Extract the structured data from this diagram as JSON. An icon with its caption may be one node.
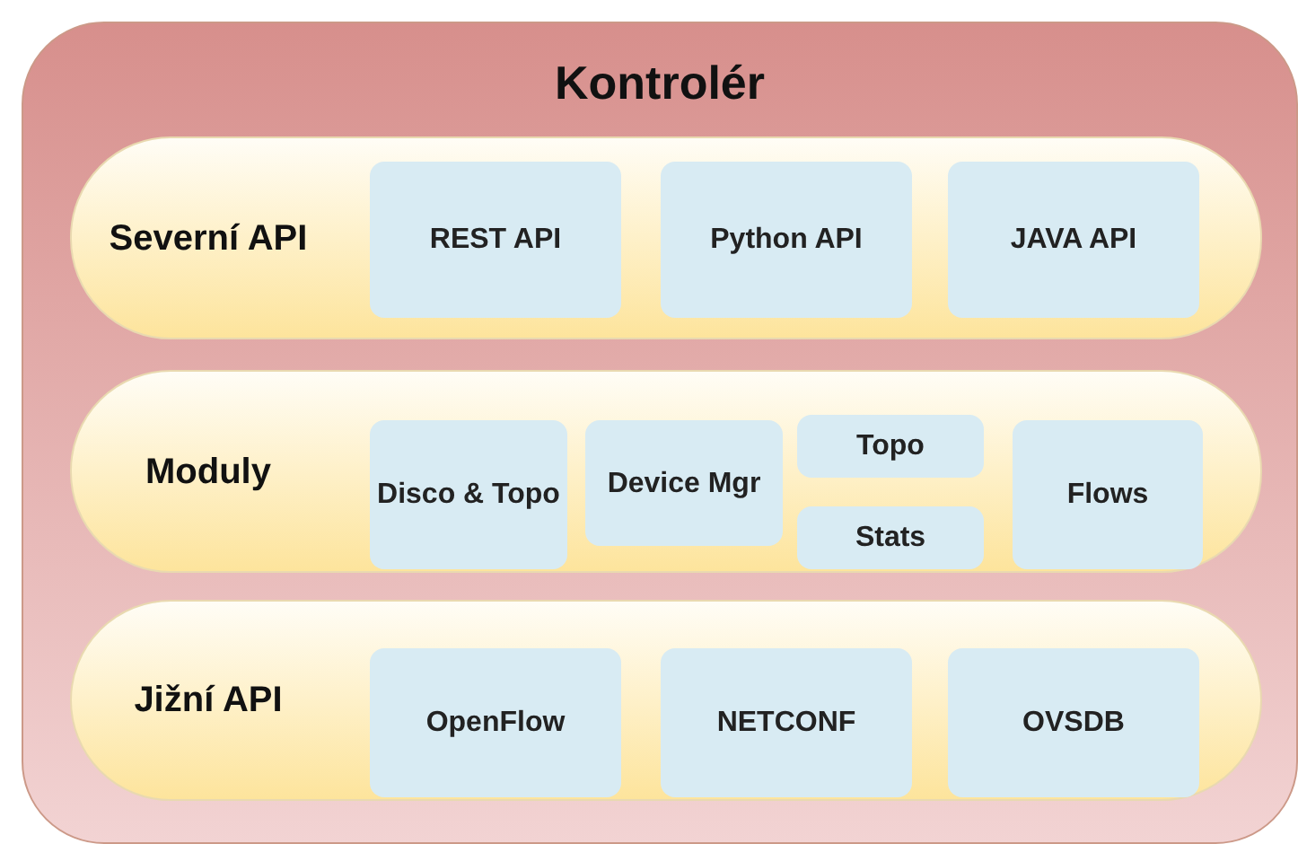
{
  "diagram": {
    "nodes": [
      {
        "text": [
          "Kontrolér"
        ]
      },
      {
        "text": [
          "Severní API"
        ],
        "in": 0
      },
      {
        "text": [
          "REST API"
        ],
        "in": 1
      },
      {
        "text": [
          "Python API"
        ],
        "in": 1
      },
      {
        "text": [
          "JAVA API"
        ],
        "in": 1
      },
      {
        "text": [
          "Moduly"
        ],
        "in": 0
      },
      {
        "text": [
          "Disco & Topo"
        ],
        "in": 5
      },
      {
        "text": [
          "Device Mgr"
        ],
        "in": 5
      },
      {
        "text": [
          "Topo"
        ],
        "in": 5
      },
      {
        "text": [
          "Stats"
        ],
        "in": 5
      },
      {
        "text": [
          "Flows"
        ],
        "in": 5
      },
      {
        "text": [
          "Jižní API"
        ],
        "in": 0
      },
      {
        "text": [
          "OpenFlow"
        ],
        "in": 11
      },
      {
        "text": [
          "NETCONF"
        ],
        "in": 11
      },
      {
        "text": [
          "OVSDB"
        ],
        "in": 11
      }
    ]
  }
}
